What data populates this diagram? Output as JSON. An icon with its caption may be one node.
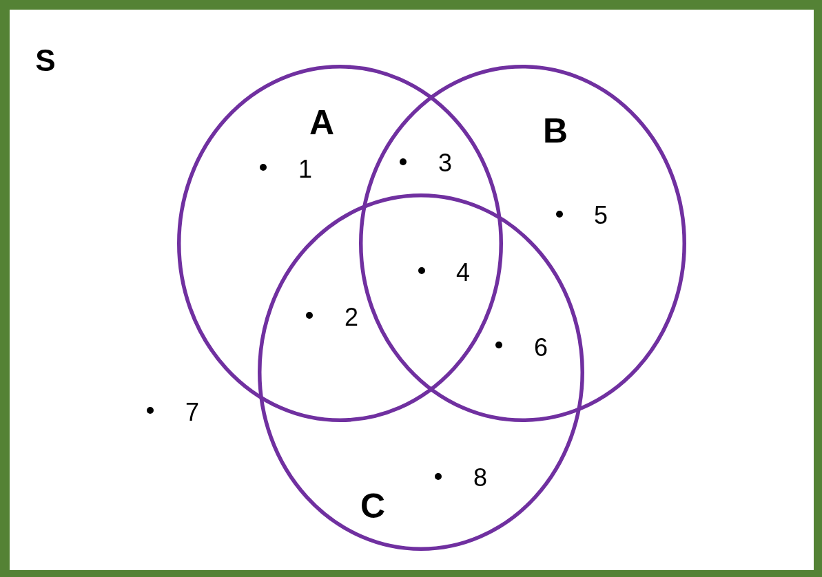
{
  "diagram": {
    "nodes": [
      {
        "text": [
          "S"
        ]
      },
      {
        "text": [
          "A"
        ],
        "in": 0
      },
      {
        "text": [
          "B"
        ],
        "in": 0
      },
      {
        "text": [
          "C"
        ],
        "in": 0
      }
    ],
    "labels": [
      "1",
      "3",
      "5",
      "4",
      "2",
      "6",
      "7",
      "8"
    ]
  }
}
